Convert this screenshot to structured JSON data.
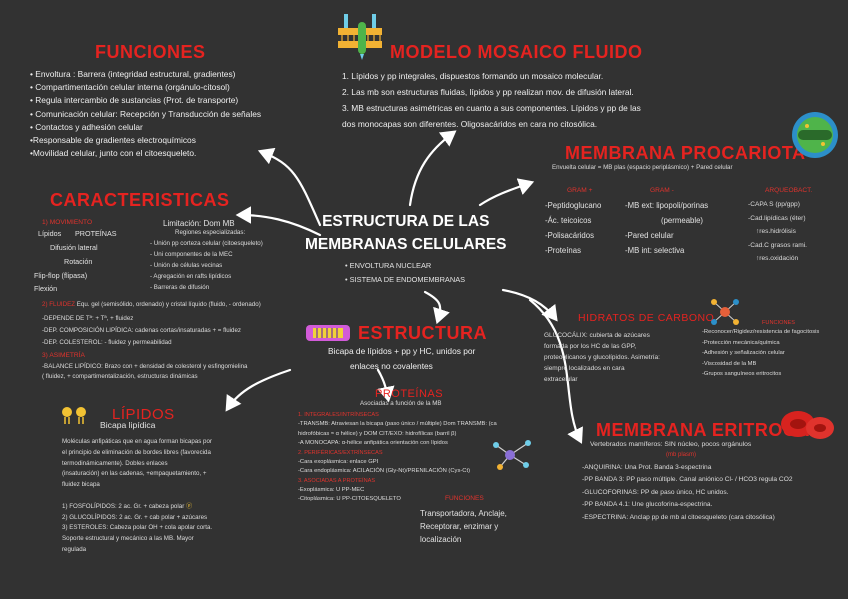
{
  "center": {
    "title_line1": "ESTRUCTURA DE LAS",
    "title_line2": "MEMBRANAS CELULARES",
    "items": [
      "ENVOLTURA NUCLEAR",
      "SISTEMA DE ENDOMEMBRANAS"
    ]
  },
  "funciones": {
    "title": "FUNCIONES",
    "items": [
      "• Envoltura : Barrera (integridad estructural, gradientes)",
      "• Compartimentación celular interna (orgánulo-citosol)",
      "• Regula intercambio de sustancias (Prot. de transporte)",
      "• Comunicación celular: Recepción y Transducción de señales",
      "• Contactos y adhesión celular",
      "•Responsable de gradientes electroquímicos",
      "•Movilidad celular, junto con el citoesqueleto."
    ]
  },
  "mosaico": {
    "title": "MODELO MOSAICO FLUIDO",
    "items": [
      "1. Lípidos y pp integrales, dispuestos formando un mosaico molecular.",
      "2. Las mb son estructuras fluidas, lípidos y pp realizan mov. de difusión lateral.",
      "3. MB estructuras asimétricas en cuanto a sus componentes. Lípidos y pp de las",
      "dos monocapas son diferentes. Oligosacáridos en cara no citosólica."
    ]
  },
  "caracteristicas": {
    "title": "CARACTERISTICAS",
    "movimiento_label": "1) MOVIMIENTO",
    "lipidos_label": "Lípidos",
    "proteinas_label": "PROTEÍNAS",
    "movements": [
      "Difusión lateral",
      "Rotación",
      "Flip-flop (flipasa)",
      "Flexión"
    ],
    "limitacion_title": "Limitación: Dom MB",
    "limitacion_sub": "Regiones especializadas:",
    "limitacion_items": [
      "- Unión pp corteza celular (citoesqueleto)",
      "- Uni componentes de la MEC",
      "- Unión de células vecinas",
      "- Agregación en rafts lipídicos",
      "- Barreras de difusión"
    ],
    "fluidez_label": "2) FLUIDEZ",
    "fluidez_text": "Equ. gel (semisólido, ordenado) y cristal líquido (fluido, - ordenado)",
    "fluidez_items": [
      "-DEPENDE DE Tª: + Tª, + fluidez",
      "-DEP. COMPOSICIÓN LIPÍDICA: cadenas cortas/insaturadas + = fluidez",
      "-DEP. COLESTEROL: - fluidez y permeabilidad"
    ],
    "asimetria_label": "3) ASIMETRÍA",
    "asimetria_items": [
      "-BALANCE LIPÍDICO: Brazo con + densidad de colesterol y esfingomielina",
      "      ( fluidez, + compartimentalización, estructuras dinámicas"
    ]
  },
  "estructura": {
    "title": "ESTRUCTURA",
    "line1": "Bicapa de lípidos + pp y HC, unidos por",
    "line2": "enlaces no covalentes"
  },
  "lipidos": {
    "title": "LÍPIDOS",
    "subtitle": "Bicapa lipídica",
    "items": [
      "Moléculas anfipáticas que en agua forman bicapas por",
      "el principio de eliminación de bordes libres (favorecida",
      "termodinámicamente). Dobles enlaces",
      "(insaturación) en las cadenas, +empaquetamiento, +",
      "fluidez bicapa",
      "",
      "1) FOSFOLÍPIDOS: 2 ac. Gr. + cabeza polar",
      "2) GLUCOLÍPIDOS: 2 ac. Gr. + cab polar + azúcares",
      "3) ESTEROLES: Cabeza polar OH + cola apolar corta.",
      "Soporte estructural y mecánico a las MB. Mayor",
      "regulada"
    ]
  },
  "proteinas": {
    "title": "PROTEÍNAS",
    "subtitle": "Asociadas a función de la MB",
    "integrales_label": "1. INTEGRALES/INTRÍNSECAS",
    "integrales_items": [
      "-TRANSMB: Atraviesan la bicapa (paso único / múltiple) Dom TRANSMB: (ca",
      "hidrofóbicas ≈ α hélice) y DOM CIT/EXO: hidrofílicas (barril β)",
      "-A MONOCAPA: α-hélice anfipática orientación con lípidos"
    ],
    "perifericas_label": "2. PERIFÉRICAS/EXTRÍNSECAS",
    "perifericas_items": [
      "-Cara exoplásmica: enlace GPI",
      "-Cara endoplásmica: ACILACIÓN (Gly-Nt)/PRENILACIÓN (Cys-Ct)"
    ],
    "asociadas_label": "3. ASOCIADAS A PROTEÍNAS",
    "asociadas_items": [
      "-Exoplásmica: U PP-MEC",
      "-Citoplásmica: U PP-CITOESQUELETO"
    ],
    "funciones_label": "FUNCIONES",
    "funciones_items": [
      "Transportadora, Anclaje,",
      "Receptorar, enzimar y",
      "localización"
    ]
  },
  "procariota": {
    "title": "MEMBRANA PROCARIOTA",
    "subtitle": "Envuelta celular = MB plas (espacio periplásmico) + Pared celular",
    "gram_pos_label": "GRAM +",
    "gram_pos_items": [
      "-Peptidoglucano",
      "-Ác. teicoicos",
      "-Polisacáridos",
      "-Proteínas"
    ],
    "gram_neg_label": "GRAM -",
    "gram_neg_items": [
      "-MB ext: lipopoli/porinas",
      "(permeable)",
      "-Pared celular",
      "-MB int: selectiva"
    ],
    "archea_label": "ARQUEOBACT.",
    "archea_items": [
      "-CAPA S (pp/gpp)",
      "-Cad.lipídicas (éter)",
      "↑res.hidrólisis",
      "-Cad.C grasos rami.",
      "↑res.oxidación"
    ]
  },
  "hc": {
    "title": "HIDRATOS DE CARBONO",
    "items": [
      "GLUCOCÁLIX: cubierta de azúcares",
      "formada por los HC de las GPP,",
      "proteoglicanos y glucolípidos. Asimetría:",
      "siempre localizados en cara",
      "extracelular"
    ],
    "funciones_label": "FUNCIONES",
    "funciones_items": [
      "-Reconocer/Rigidez/resistencia de fagocitosis",
      "-Protección mecánica/química",
      "-Adhesión y señalización celular",
      "-Viscosidad de la MB",
      "-Grupos sanguíneos eritrocitos"
    ]
  },
  "eritrocito": {
    "title": "MEMBRANA ERITROCITO",
    "sub1": "Vertebrados mamíferos: SIN núcleo, pocos orgánulos",
    "sub2": "(mb plasm)",
    "items": [
      "-ANQUIRINA: Una Prot. Banda 3-espectrina",
      "-PP BANDA 3: PP paso múltiple. Canal aniónico Cl- / HCO3 regula CO2",
      "-GLUCOFORINAS: PP de paso único, HC unidos.",
      "-PP BANDA 4.1: Une glucoforina-espectrina.",
      "-ESPECTRINA: Anclap pp de mb al citoesqueleto (cara citosólica)"
    ]
  }
}
